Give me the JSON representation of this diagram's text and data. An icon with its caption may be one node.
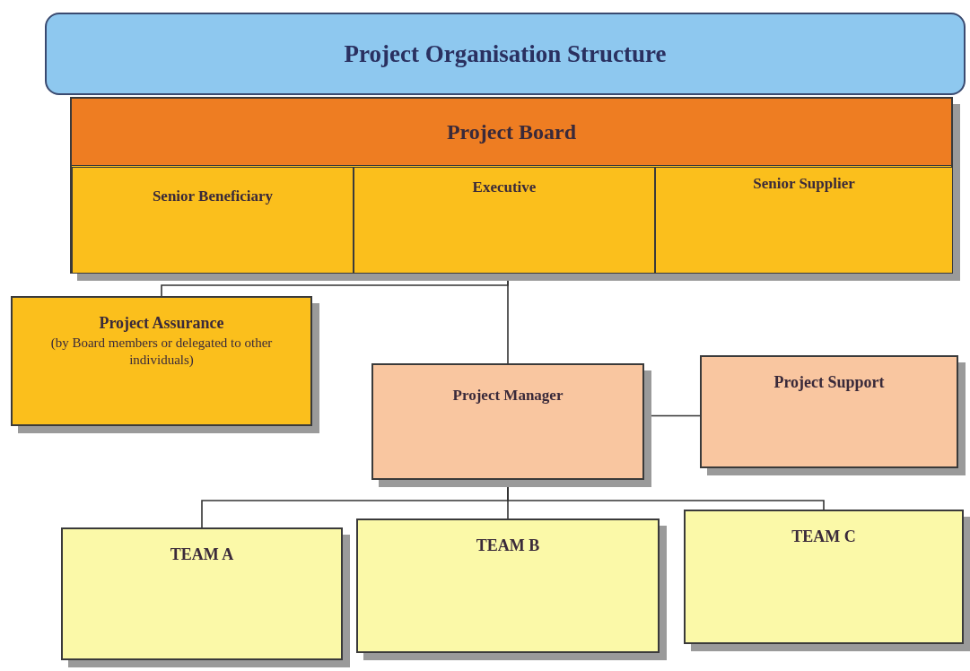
{
  "diagram": {
    "title": "Project Organisation Structure",
    "nodes": [
      {
        "text": [
          "Project Board"
        ]
      },
      {
        "text": [
          "Senior Beneficiary"
        ],
        "in": 0
      },
      {
        "text": [
          "Executive"
        ],
        "in": 0
      },
      {
        "text": [
          "Senior Supplier"
        ],
        "in": 0
      },
      {
        "text": [
          "Project Assurance",
          "(by Board members or delegated to other individuals)"
        ]
      },
      {
        "text": [
          "Project Manager"
        ]
      },
      {
        "text": [
          "Project Support"
        ]
      },
      {
        "text": [
          "TEAM A"
        ]
      },
      {
        "text": [
          "TEAM B"
        ]
      },
      {
        "text": [
          "TEAM C"
        ]
      }
    ],
    "edges": [
      {
        "from": 0,
        "to": 5,
        "arrow": "none"
      },
      {
        "from": 0,
        "to": 4,
        "arrow": "none"
      },
      {
        "from": 5,
        "to": 6,
        "arrow": "none"
      },
      {
        "from": 5,
        "to": 7,
        "arrow": "none"
      },
      {
        "from": 5,
        "to": 8,
        "arrow": "none"
      },
      {
        "from": 5,
        "to": 9,
        "arrow": "none"
      }
    ]
  }
}
